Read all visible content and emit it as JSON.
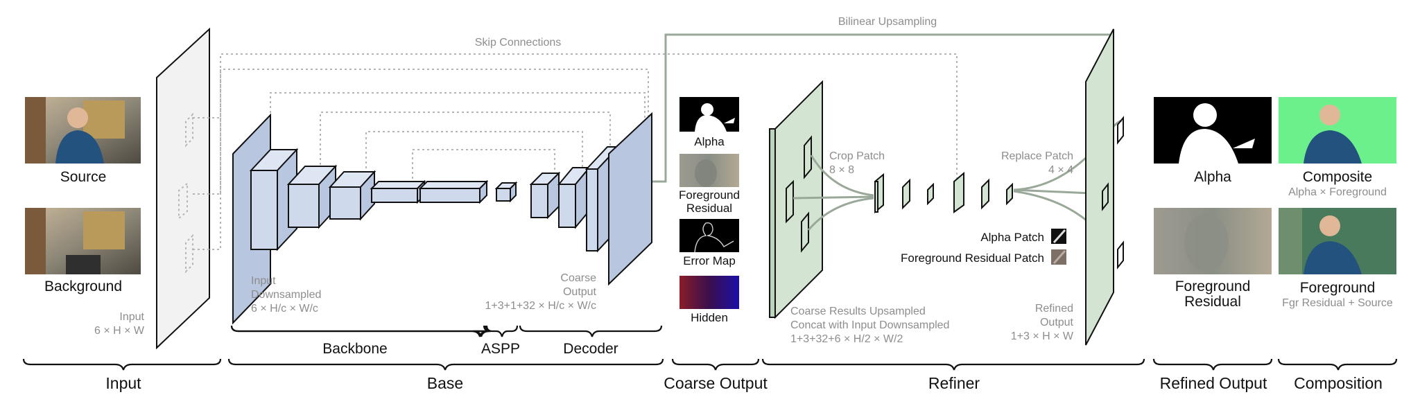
{
  "inputs": {
    "source_label": "Source",
    "background_label": "Background",
    "input_dims": [
      "Input",
      "6 × H × W"
    ]
  },
  "base": {
    "skip_label": "Skip Connections",
    "upsample_label": "Bilinear Upsampling",
    "input_downsampled": [
      "Input",
      "Downsampled",
      "6 × H/c × W/c"
    ],
    "coarse_output": [
      "Coarse",
      "Output",
      "1+3+1+32 × H/c × W/c"
    ],
    "backbone_label": "Backbone",
    "aspp_label": "ASPP",
    "decoder_label": "Decoder"
  },
  "coarse": {
    "alpha_label": "Alpha",
    "fgr_label": [
      "Foreground",
      "Residual"
    ],
    "err_label": "Error Map",
    "hidden_label": "Hidden"
  },
  "refiner": {
    "crop_patch": [
      "Crop Patch",
      "8 × 8"
    ],
    "replace_patch": [
      "Replace Patch",
      "4 × 4"
    ],
    "alpha_patch_label": "Alpha Patch",
    "fgr_patch_label": "Foreground Residual Patch",
    "coarse_results": [
      "Coarse Results Upsampled",
      "Concat with Input Downsampled",
      "1+3+32+6 × H/2 × W/2"
    ],
    "refined_output": [
      "Refined",
      "Output",
      "1+3 × H × W"
    ]
  },
  "refined": {
    "alpha_label": "Alpha",
    "fgr_label": [
      "Foreground",
      "Residual"
    ]
  },
  "composition": {
    "composite_label": "Composite",
    "composite_sub": "Alpha × Foreground",
    "foreground_label": "Foreground",
    "foreground_sub": "Fgr Residual + Source"
  },
  "sections": {
    "input": "Input",
    "base": "Base",
    "coarse_output": "Coarse Output",
    "refiner": "Refiner",
    "refined_output": "Refined Output",
    "composition": "Composition"
  },
  "colors": {
    "base_blocks": "#cfd9ec",
    "refiner_planes": "#d3e5d2",
    "green_screen": "#6cf08c",
    "annotation_gray": "#8d8d8d"
  }
}
